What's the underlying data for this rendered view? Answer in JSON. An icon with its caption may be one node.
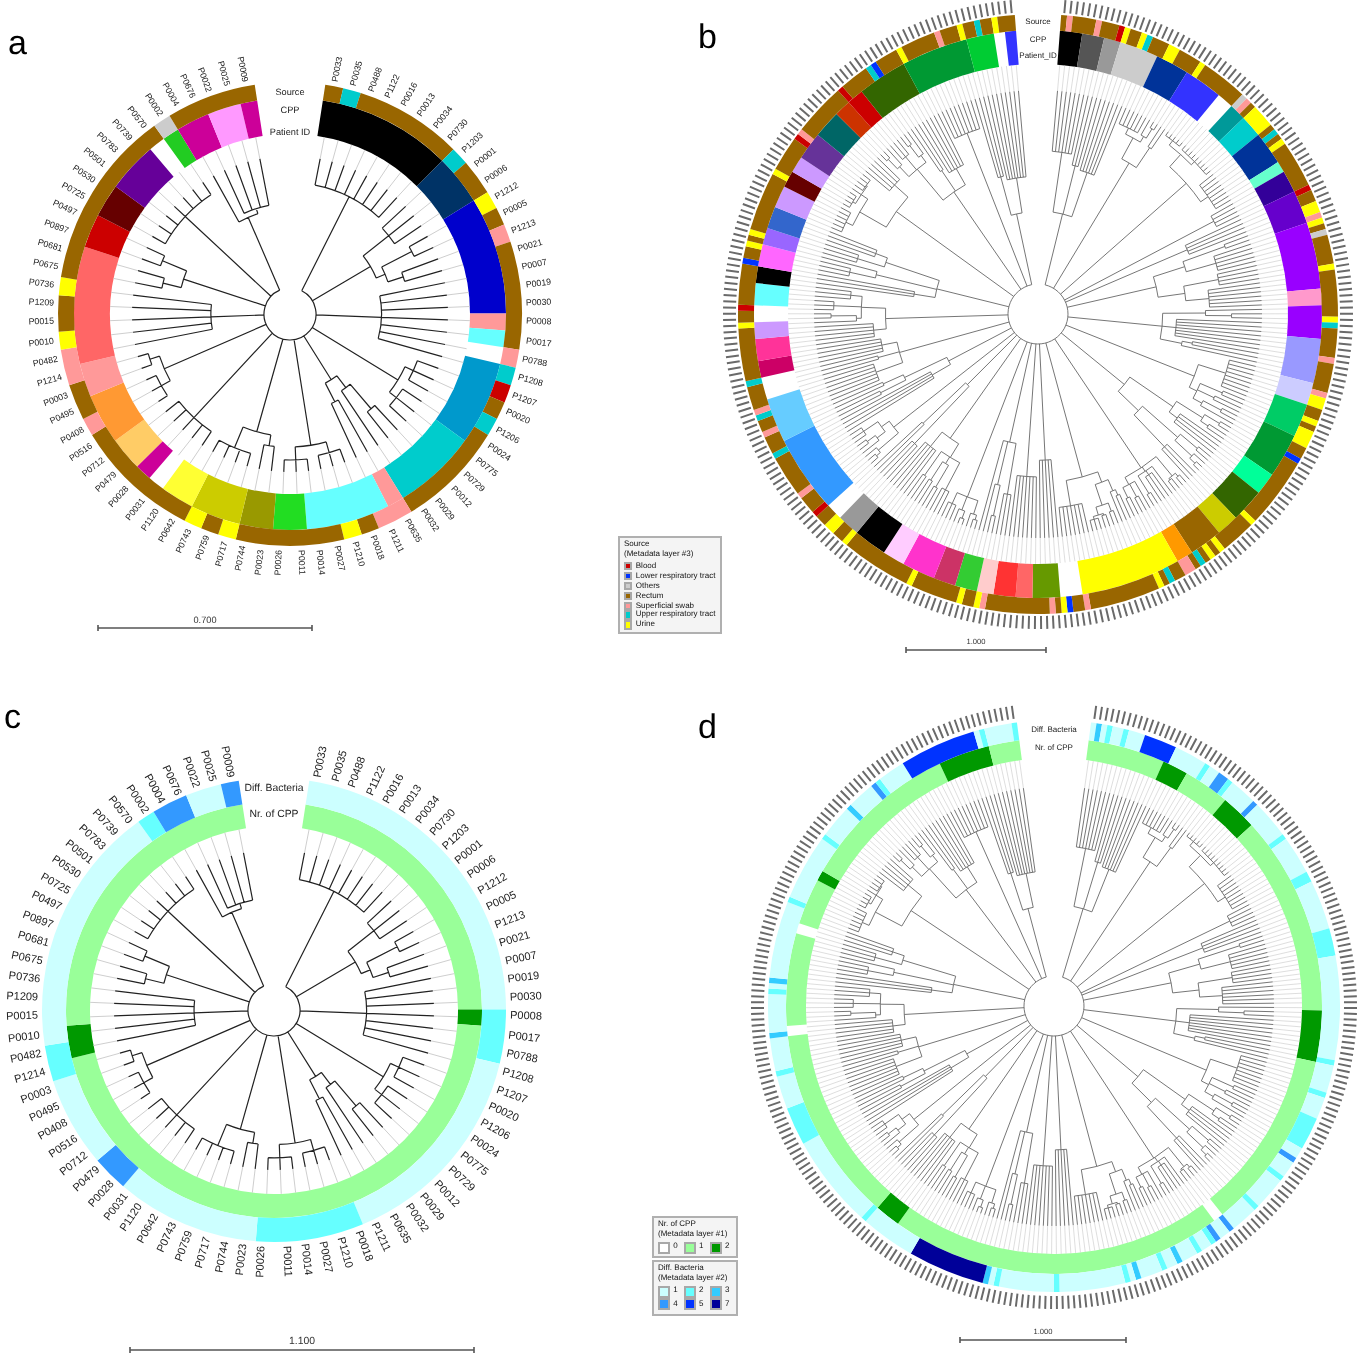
{
  "diagram": {
    "labels": [
      "a",
      "Source",
      "CPP",
      "Patient ID",
      "P0033",
      "P0035",
      "P0488",
      "P1122",
      "P0016",
      "P0013",
      "P0034",
      "P0730",
      "P1203",
      "P0001",
      "P0006",
      "P1212",
      "P0005",
      "P1213",
      "P0021",
      "P0007",
      "P0019",
      "P0030",
      "P0008",
      "P0017",
      "P0788",
      "P1208",
      "P1207",
      "P0020",
      "P1206",
      "P0024",
      "P0775",
      "P0729",
      "P0012",
      "P0029",
      "P0032",
      "P0635",
      "P1211",
      "P0018",
      "P1210",
      "P0027",
      "P0014",
      "P0011",
      "P0026",
      "P0023",
      "P0744",
      "P0717",
      "P0759",
      "P0743",
      "P0642",
      "P1120",
      "P0031",
      "P0028",
      "P0479",
      "P0712",
      "P0516",
      "P0408",
      "P0495",
      "P0003",
      "P1214",
      "P0482",
      "P0010",
      "P0015",
      "P1209",
      "P0736",
      "P0675",
      "P0681",
      "P0897",
      "P0497",
      "P0725",
      "P0530",
      "P0501",
      "P0783",
      "P0739",
      "P0570",
      "P0002",
      "P0004",
      "P0676",
      "P0022",
      "P0025",
      "P0009",
      "0.700",
      "b",
      "Source",
      "CPP",
      "Patient_ID",
      "Source",
      "(Metadata layer #3)",
      "1.000",
      "c",
      "Diff. Bacteria",
      "Nr. of CPP",
      "P0033",
      "P0035",
      "P0488",
      "P1122",
      "P0016",
      "P0013",
      "P0034",
      "P0730",
      "P1203",
      "P0001",
      "P0006",
      "P1212",
      "P0005",
      "P1213",
      "P0021",
      "P0007",
      "P0019",
      "P0030",
      "P0008",
      "P0017",
      "P0788",
      "P1208",
      "P1207",
      "P0020",
      "P1206",
      "P0024",
      "P0775",
      "P0729",
      "P0012",
      "P0029",
      "P0032",
      "P0635",
      "P1211",
      "P0018",
      "P1210",
      "P0027",
      "P0014",
      "P0011",
      "P0026",
      "P0023",
      "P0744",
      "P0717",
      "P0759",
      "P0743",
      "P0642",
      "P1120",
      "P0031",
      "P0028",
      "P0479",
      "P0712",
      "P0516",
      "P0408",
      "P0495",
      "P0003",
      "P1214",
      "P0482",
      "P0010",
      "P0015",
      "P1209",
      "P0736",
      "P0675",
      "P0681",
      "P0897",
      "P0497",
      "P0725",
      "P0530",
      "P0501",
      "P0783",
      "P0739",
      "P0570",
      "P0002",
      "P0004",
      "P0676",
      "P0022",
      "P0025",
      "P0009",
      "1.100",
      "d",
      "Diff. Bacteria",
      "Nr. of CPP",
      "Nr. of CPP",
      "(Metadata layer #1)",
      "Diff. Bacteria",
      "(Metadata layer #2)",
      "1.000"
    ],
    "legend": [
      {
        "text": "Blood",
        "color": "#cc0000"
      },
      {
        "text": "Lower respiratory tract",
        "color": "#0033ff"
      },
      {
        "text": "Others",
        "color": "#cccccc"
      },
      {
        "text": "Rectum",
        "color": "#996600"
      },
      {
        "text": "Superficial swab",
        "color": "#ff9999"
      },
      {
        "text": "Upper respiratory tract",
        "color": "#00cccc"
      },
      {
        "text": "Urine",
        "color": "#ffff00"
      },
      {
        "text": "0",
        "color": "#ffffff"
      },
      {
        "text": "1",
        "color": "#99ff99"
      },
      {
        "text": "2",
        "color": "#009900"
      },
      {
        "text": "1",
        "color": "#ccffff"
      },
      {
        "text": "2",
        "color": "#66ffff"
      },
      {
        "text": "3",
        "color": "#33ccff"
      },
      {
        "text": "4",
        "color": "#3399ff"
      },
      {
        "text": "5",
        "color": "#0033ff"
      },
      {
        "text": "7",
        "color": "#000099"
      }
    ]
  }
}
